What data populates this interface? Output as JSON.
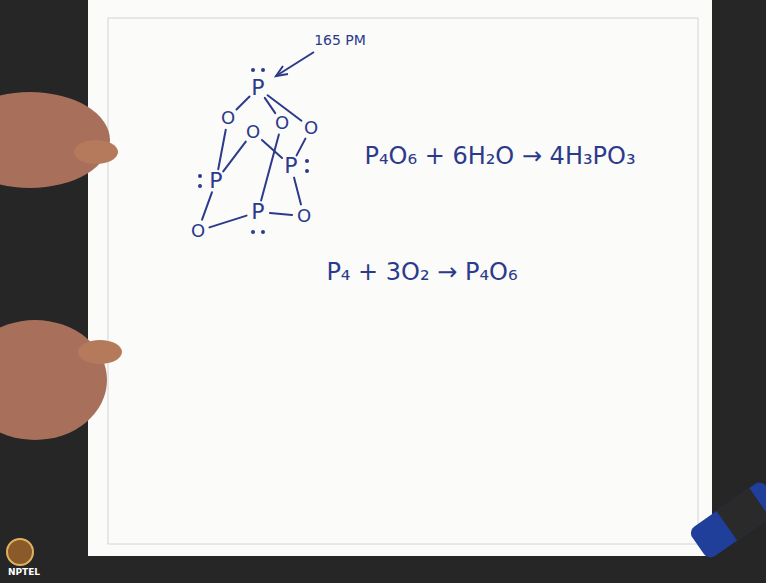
{
  "diagram": {
    "labels": [
      "165 PM",
      "P",
      "P",
      "P",
      "P",
      "O",
      "O",
      "O",
      "O",
      "O",
      "O",
      "P₄O₆ + 6H₂O → 4H₃PO₃",
      "P₄ + 3O₂ → P₄O₆",
      "NPTEL"
    ]
  }
}
